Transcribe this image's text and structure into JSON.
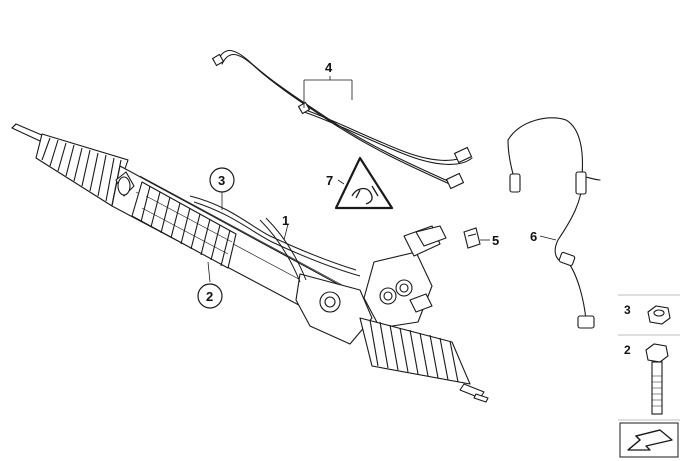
{
  "diagram": {
    "callouts": {
      "c1": "1",
      "c2": "2",
      "c3": "3",
      "c4": "4",
      "c5": "5",
      "c6": "6",
      "c7": "7"
    },
    "legend": {
      "item_a": "3",
      "item_b": "2"
    },
    "icons": {
      "warning": "warning-triangle-icon",
      "direction": "direction-arrow-icon"
    },
    "colors": {
      "line": "#1a1a1a",
      "background": "#ffffff",
      "legend_divider": "#bdbdbd"
    }
  }
}
